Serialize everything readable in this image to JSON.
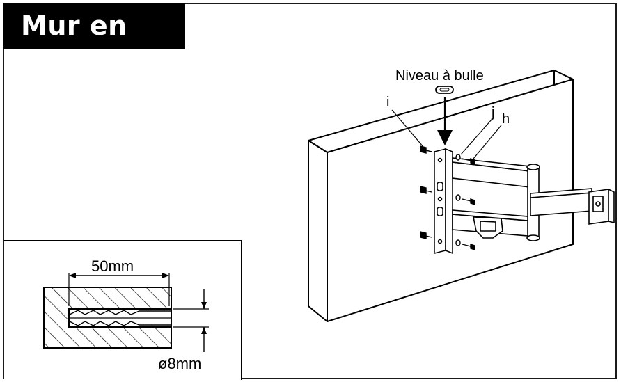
{
  "title": "Mur en dur",
  "labels": {
    "level": "Niveau à bulle",
    "i": "i",
    "j": "j",
    "h": "h",
    "depth": "50mm",
    "diameter": "ø8mm"
  }
}
